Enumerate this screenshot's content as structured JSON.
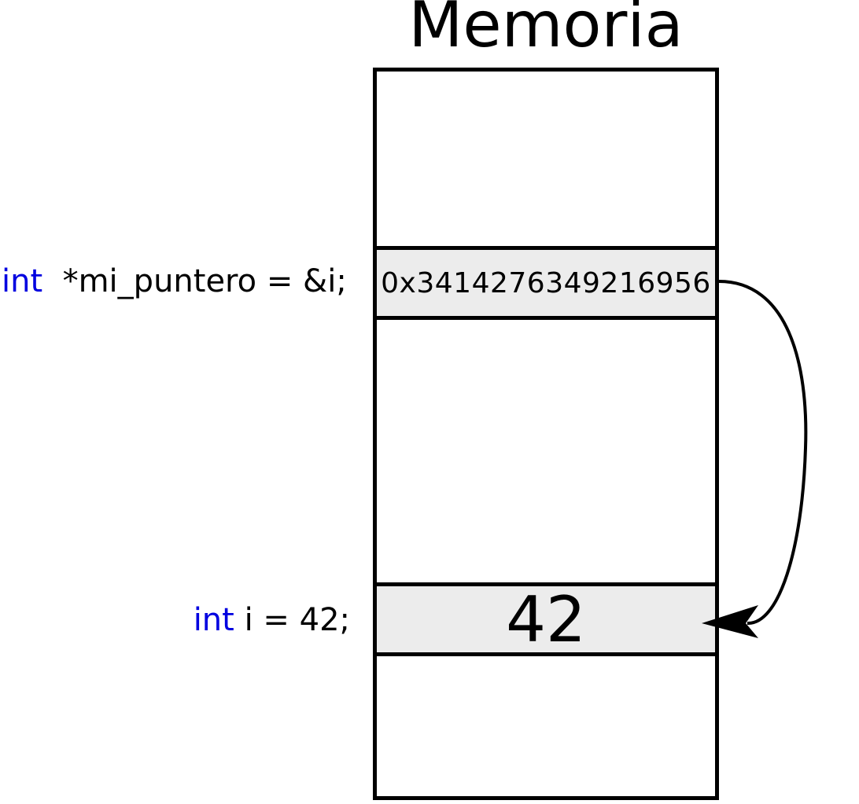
{
  "title": "Memoria",
  "pointer_declaration": {
    "keyword": "int",
    "code": "*mi_puntero",
    "assign": "= &i;"
  },
  "int_declaration": {
    "keyword": "int",
    "code": "i = 42;"
  },
  "memory_cells": {
    "pointer_value": "0x3414276349216956",
    "int_value": "42"
  },
  "colors": {
    "keyword": "#0000e0",
    "cell_fill": "#ececec",
    "stroke": "#000000"
  }
}
